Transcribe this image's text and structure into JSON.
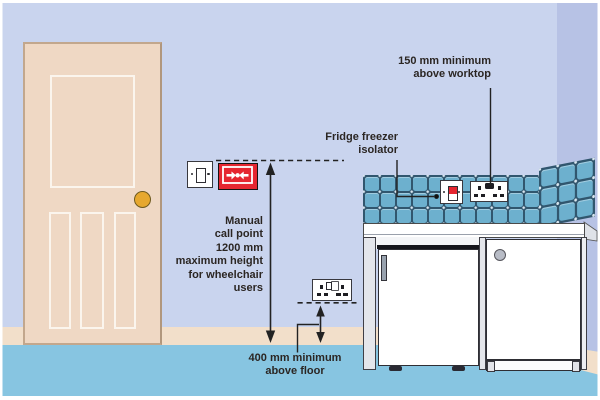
{
  "diagram": {
    "subject": "mounting-heights-of-switches-sockets-and-call-point",
    "labels": {
      "worktop_clearance": {
        "lines": [
          "150 mm minimum",
          "above worktop"
        ]
      },
      "fridge_isolator": {
        "lines": [
          "Fridge freezer",
          "isolator"
        ]
      },
      "manual_call_point": {
        "lines": [
          "Manual",
          "call point",
          "1200 mm",
          "maximum height",
          "for wheelchair",
          "users"
        ]
      },
      "floor_clearance": {
        "lines": [
          "400 mm minimum",
          "above floor"
        ]
      }
    },
    "colors": {
      "wall": "#c9d4ee",
      "side_wall": "#b7c2e5",
      "floor": "#87c5e1",
      "skirting": "#f2dfca",
      "door": "#efd8c4",
      "tile": "#6db0ce",
      "call_point_red": "#e52630",
      "door_knob_gold": "#e6a82f"
    }
  }
}
